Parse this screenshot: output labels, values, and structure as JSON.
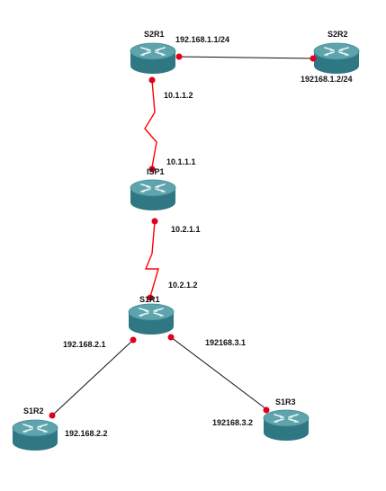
{
  "colors": {
    "router_top": "#5fa4ad",
    "router_side": "#2f7782",
    "router_mark": "#eaf6f7",
    "link": "#111111",
    "serial_link": "#ff0000",
    "port": "#e0001b"
  },
  "routers": {
    "s2r1": {
      "name": "S2R1",
      "icon": "router-icon"
    },
    "s2r2": {
      "name": "S2R2",
      "icon": "router-icon"
    },
    "isp1": {
      "name": "ISP1",
      "icon": "router-icon"
    },
    "s1r1": {
      "name": "S1R1",
      "icon": "router-icon"
    },
    "s1r2": {
      "name": "S1R2",
      "icon": "router-icon"
    },
    "s1r3": {
      "name": "S1R3",
      "icon": "router-icon"
    }
  },
  "links": {
    "s2r1_s2r2": {
      "a": "192.168.1.1/24",
      "b": "192168.1.2/24"
    },
    "s2r1_isp1": {
      "a": "10.1.1.2",
      "b": "10.1.1.1"
    },
    "isp1_s1r1": {
      "a": "10.2.1.1",
      "b": "10.2.1.2"
    },
    "s1r1_s1r2": {
      "a": "192.168.2.1",
      "b": "192.168.2.2"
    },
    "s1r1_s1r3": {
      "a": "192168.3.1",
      "b": "192168.3.2"
    }
  }
}
